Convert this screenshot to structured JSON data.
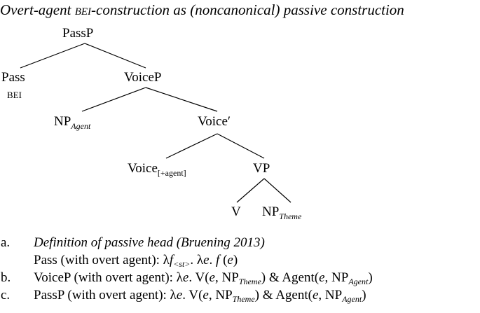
{
  "title": {
    "pre": "Overt-agent ",
    "bei": "bei",
    "post": "-construction as (noncanonical) passive construction"
  },
  "tree": {
    "passp": "PassP",
    "pass": "Pass",
    "bei": "BEI",
    "voicep": "VoiceP",
    "np": "NP",
    "agent": "Agent",
    "voicebar": "Voice′",
    "voice": "Voice",
    "voice_feature": "[+agent]",
    "vp": "VP",
    "v": "V",
    "theme": "Theme"
  },
  "defs": {
    "a": {
      "label": "a.",
      "heading": "Definition of passive head (Bruening 2013)",
      "pre": "Pass (with overt agent): λ",
      "f": "f",
      "sub": "<st>",
      "rest": ". λ",
      "e": "e",
      "dot": ". ",
      "f2": "f",
      "paren_open": " (",
      "e2": "e",
      "paren_close": ")"
    },
    "b": {
      "label": "b.",
      "pre": "VoiceP (with overt agent): λ",
      "e": "e",
      "mid1": ". V(",
      "e2": "e",
      "mid2": ", NP",
      "theme": "Theme",
      "mid3": ") & Agent(",
      "e3": "e",
      "mid4": ", NP",
      "agent": "Agent",
      "end": ")"
    },
    "c": {
      "label": "c.",
      "pre": "PassP (with overt agent): λ",
      "e": "e",
      "mid1": ". V(",
      "e2": "e",
      "mid2": ", NP",
      "theme": "Theme",
      "mid3": ") & Agent(",
      "e3": "e",
      "mid4": ", NP",
      "agent": "Agent",
      "end": ")"
    }
  }
}
